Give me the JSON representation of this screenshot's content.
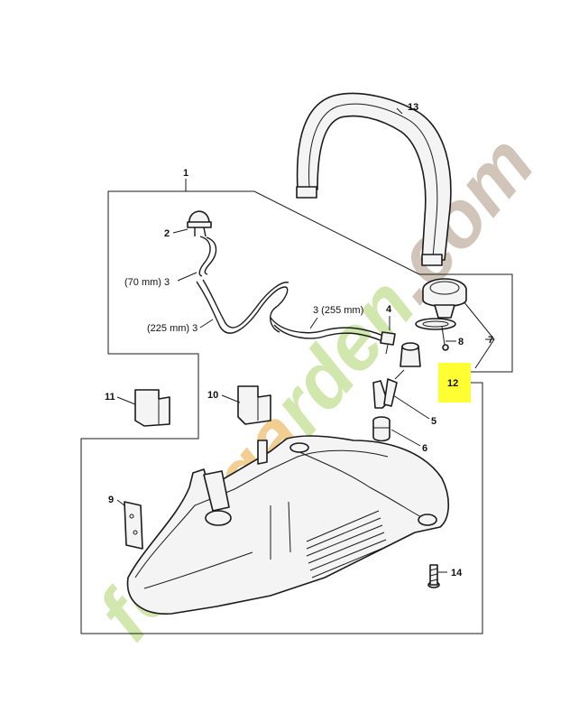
{
  "labels": {
    "p1": "1",
    "p2": "2",
    "p3a": "(70 mm) 3",
    "p3b": "(225 mm) 3",
    "p3c": "3 (255 mm)",
    "p4": "4",
    "p5": "5",
    "p6": "6",
    "p7": "7",
    "p8": "8",
    "p9": "9",
    "p10": "10",
    "p11": "11",
    "p12": "12",
    "p13": "13",
    "p14": "14"
  },
  "highlight": {
    "part": "12",
    "color": "#ffff33"
  },
  "watermark": {
    "text": "forstgarden.com",
    "colors": {
      "green": "#c9e3a0",
      "orange": "#f2c67f",
      "brown": "#c9bcae"
    }
  }
}
